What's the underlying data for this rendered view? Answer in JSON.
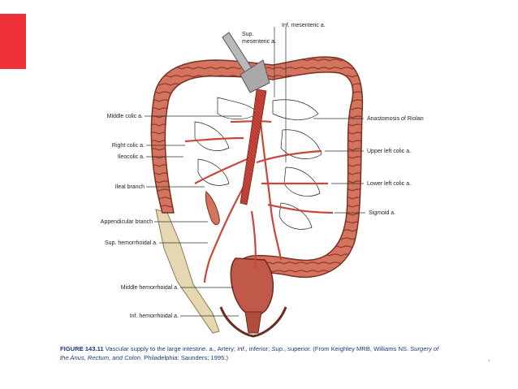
{
  "labels": {
    "inf_mesenteric": "Inf. mesenteric a.",
    "sup_mesenteric_line1": "Sup.",
    "sup_mesenteric_line2": "mesenteric a.",
    "middle_colic": "Middle colic a.",
    "right_colic": "Right colic a.",
    "ileocolic": "Ileocolic a.",
    "ileal_branch": "Ileal branch",
    "appendicular_branch": "Appendicular branch",
    "sup_hemorrhoidal": "Sup. hemorrhoidal a.",
    "middle_hemorrhoidal": "Middle hemorrhoidal a.",
    "inf_hemorrhoidal": "Inf. hemorrhoidal a.",
    "anastomosis_riolan": "Anastomosis of Riolan",
    "upper_left_colic": "Upper left colic a.",
    "lower_left_colic": "Lower left colic a.",
    "sigmoid": "Sigmoid a."
  },
  "caption": {
    "figure_no": "FIGURE 143.11",
    "text_1": " Vascular supply to the large intestine. a., Artery; ",
    "inf_abbrev": "Inf.",
    "text_2": ", inferior; ",
    "sup_abbrev": "Sup.",
    "text_3": ", superior. (From Keighley MRB, Williams NS. ",
    "book_1": "Surgery of",
    "book_2": "the Anus, Rectum, and Colon",
    "text_4": ". Philadelphia: Saunders; 1995.)"
  },
  "corner_mark": ","
}
